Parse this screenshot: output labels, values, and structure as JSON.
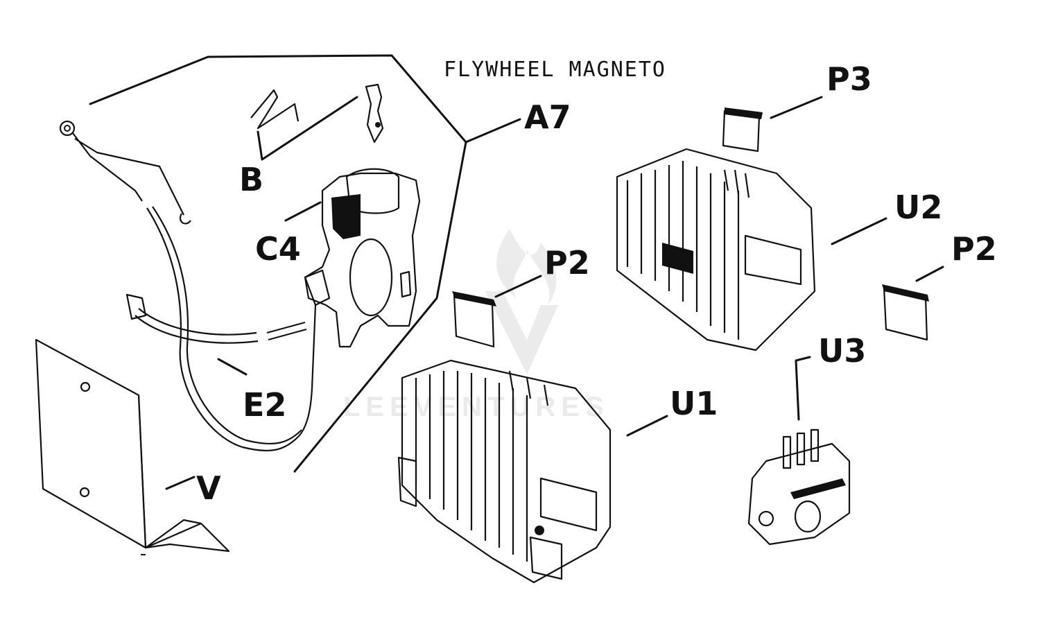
{
  "title": "FLYWHEEL MAGNETO",
  "watermark": "LEEVENTURES",
  "labels": {
    "a7": "A7",
    "b": "B",
    "c4": "C4",
    "e2": "E2",
    "v": "V",
    "p2_left": "P2",
    "p3": "P3",
    "u2": "U2",
    "p2_right": "P2",
    "u1": "U1",
    "u3": "U3"
  },
  "colors": {
    "ink": "#111111",
    "background": "#ffffff",
    "watermark": "#d9d9d9"
  }
}
